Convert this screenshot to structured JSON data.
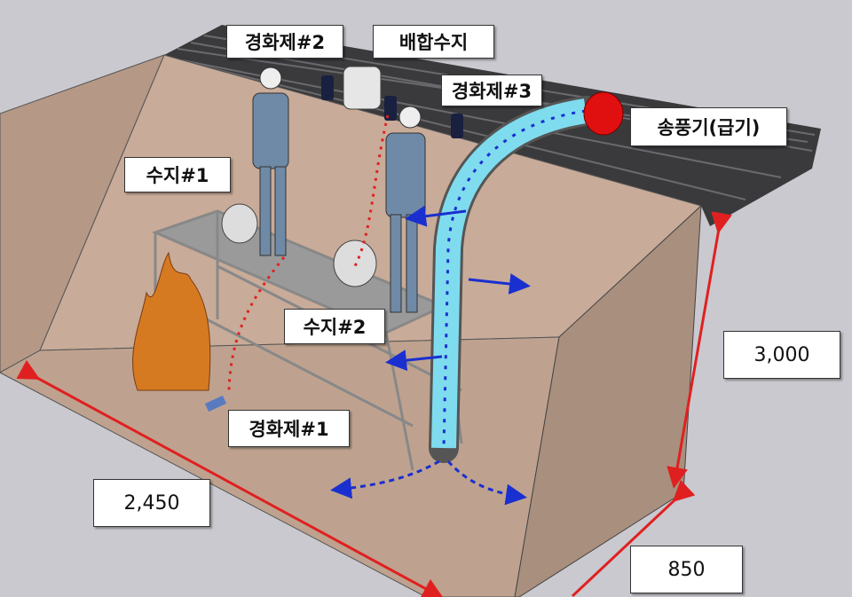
{
  "labels": {
    "hardener2": "경화제#2",
    "mixed_resin": "배합수지",
    "hardener3": "경화제#3",
    "blower": "송풍기(급기)",
    "resin1": "수지#1",
    "resin2": "수지#2",
    "hardener1": "경화제#1"
  },
  "dimensions": {
    "height": "3,000",
    "length": "2,450",
    "width": "850"
  },
  "colors": {
    "wall": "#c8ab98",
    "duct": "#7fdcef",
    "dimension_arrow": "#e02020",
    "airflow_arrow": "#1a2fd0",
    "blower": "#e01010"
  }
}
